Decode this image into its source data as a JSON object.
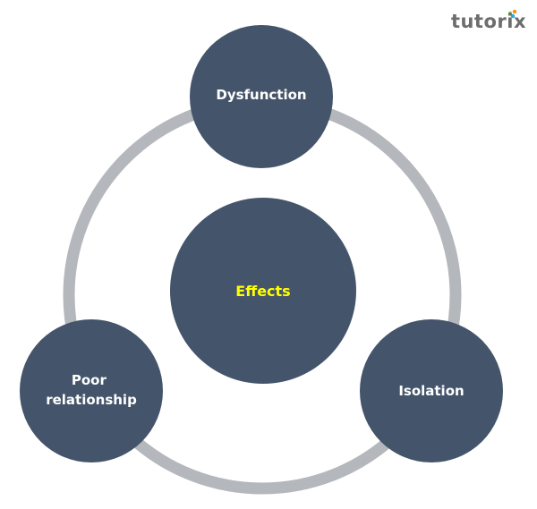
{
  "brand": {
    "name": "tutorix",
    "text_color": "#6d6d6d",
    "dot_colors": [
      "#8cc63f",
      "#f7931e",
      "#29abe2"
    ]
  },
  "colors": {
    "node_fill": "#44546a",
    "ring": "#b4b7bc",
    "node_label": "#ffffff",
    "center_label": "#ffff00"
  },
  "diagram": {
    "center": {
      "label": "Effects"
    },
    "nodes": [
      {
        "id": "dysfunction",
        "lines": [
          "Dysfunction"
        ]
      },
      {
        "id": "isolation",
        "lines": [
          "Isolation"
        ]
      },
      {
        "id": "poor-relationship",
        "lines": [
          "Poor",
          "relationship"
        ]
      }
    ]
  }
}
